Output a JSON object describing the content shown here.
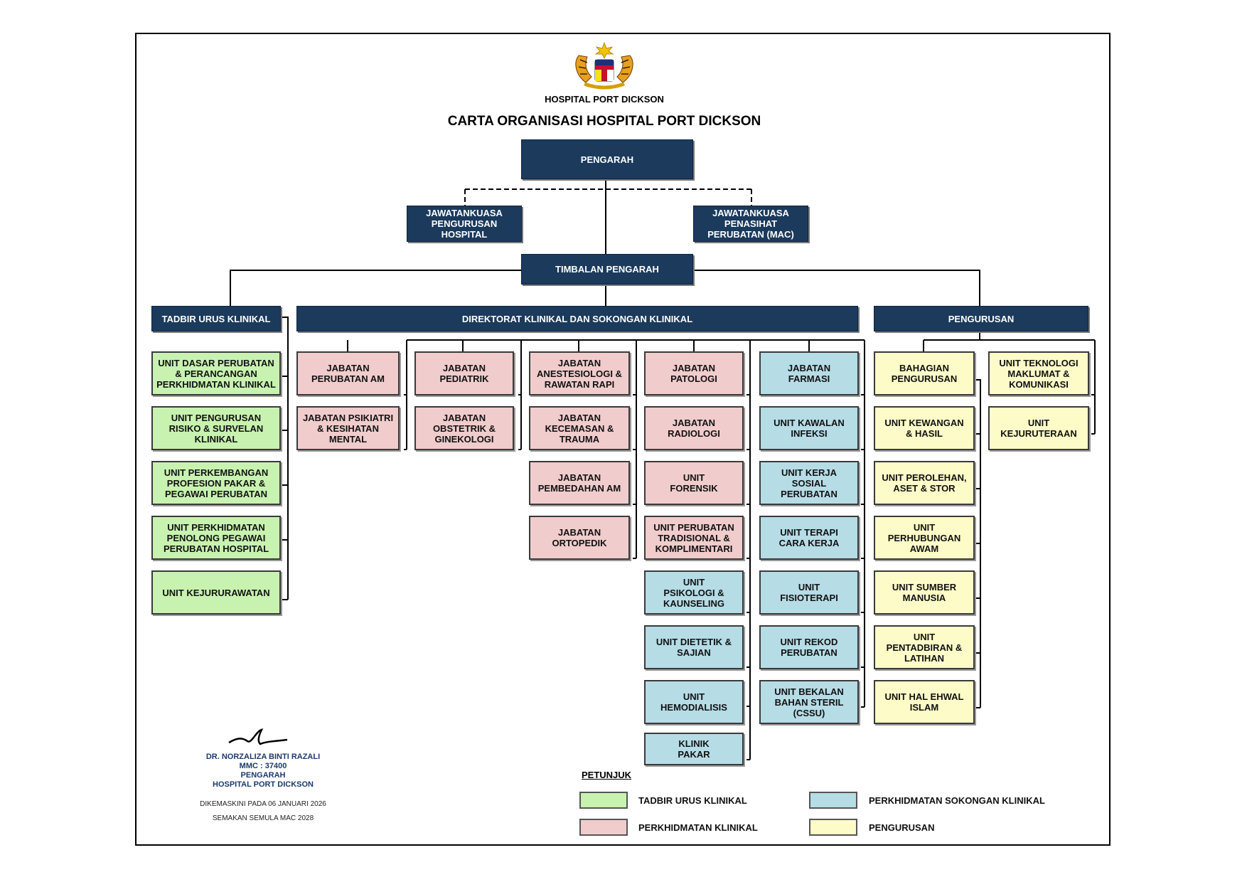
{
  "header": {
    "hospital_name": "HOSPITAL PORT DICKSON",
    "title": "CARTA ORGANISASI HOSPITAL PORT DICKSON"
  },
  "top": {
    "pengarah": "PENGARAH",
    "jk_pengurusan": "JAWATANKUASA\nPENGURUSAN\nHOSPITAL",
    "jk_penasihat": "JAWATANKUASA\nPENASIHAT\nPERUBATAN (MAC)",
    "timbalan": "TIMBALAN PENGARAH"
  },
  "sections": {
    "tadbir": "TADBIR URUS KLINIKAL",
    "direktorat": "DIREKTORAT KLINIKAL DAN SOKONGAN KLINIKAL",
    "pengurusan": "PENGURUSAN"
  },
  "units": {
    "tadbir": [
      "UNIT DASAR PERUBATAN\n& PERANCANGAN\nPERKHIDMATAN KLINIKAL",
      "UNIT PENGURUSAN\nRISIKO & SURVELAN\nKLINIKAL",
      "UNIT PERKEMBANGAN\nPROFESION PAKAR &\nPEGAWAI PERUBATAN",
      "UNIT PERKHIDMATAN\nPENOLONG PEGAWAI\nPERUBATAN HOSPITAL",
      "UNIT KEJURURAWATAN"
    ],
    "col1": [
      "JABATAN\nPERUBATAN AM",
      "JABATAN PSIKIATRI\n& KESIHATAN\nMENTAL"
    ],
    "col2": [
      "JABATAN\nPEDIATRIK",
      "JABATAN\nOBSTETRIK &\nGINEKOLOGI"
    ],
    "col3": [
      "JABATAN\nANESTESIOLOGI &\nRAWATAN RAPI",
      "JABATAN\nKECEMASAN &\nTRAUMA",
      "JABATAN\nPEMBEDAHAN AM",
      "JABATAN\nORTOPEDIK"
    ],
    "col4": [
      "JABATAN\nPATOLOGI",
      "JABATAN\nRADIOLOGI",
      "UNIT\nFORENSIK",
      "UNIT PERUBATAN\nTRADISIONAL &\nKOMPLIMENTARI",
      "UNIT\nPSIKOLOGI  &\nKAUNSELING",
      "UNIT DIETETIK &\nSAJIAN",
      "UNIT\nHEMODIALISIS",
      "KLINIK\nPAKAR"
    ],
    "col5": [
      "JABATAN\nFARMASI",
      "UNIT KAWALAN\nINFEKSI",
      "UNIT KERJA SOSIAL\nPERUBATAN",
      "UNIT TERAPI\nCARA KERJA",
      "UNIT\nFISIOTERAPI",
      "UNIT REKOD\nPERUBATAN",
      "UNIT BEKALAN\nBAHAN STERIL\n(CSSU)"
    ],
    "peng1": [
      "BAHAGIAN\nPENGURUSAN",
      "UNIT KEWANGAN\n& HASIL",
      "UNIT PEROLEHAN,\nASET & STOR",
      "UNIT\nPERHUBUNGAN\nAWAM",
      "UNIT SUMBER\nMANUSIA",
      "UNIT\nPENTADBIRAN &\nLATIHAN",
      "UNIT HAL EHWAL\nISLAM"
    ],
    "peng2": [
      "UNIT TEKNOLOGI\nMAKLUMAT &\nKOMUNIKASI",
      "UNIT\nKEJURUTERAAN"
    ]
  },
  "signature": {
    "name": "DR. NORZALIZA BINTI RAZALI",
    "mmc": "MMC : 37400",
    "role": "PENGARAH",
    "hospital": "HOSPITAL PORT DICKSON",
    "updated": "DIKEMASKINI PADA 06 JANUARI 2026",
    "review": "SEMAKAN SEMULA MAC 2028"
  },
  "legend": {
    "title": "PETUNJUK",
    "items": [
      {
        "label": "TADBIR URUS KLINIKAL",
        "color": "#c8f2b0"
      },
      {
        "label": "PERKHIDMATAN SOKONGAN KLINIKAL",
        "color": "#b6dce6"
      },
      {
        "label": "PERKHIDMATAN KLINIKAL",
        "color": "#f0cccc"
      },
      {
        "label": "PENGURUSAN",
        "color": "#fdfcc8"
      }
    ]
  },
  "colors": {
    "navy": "#1b3a5c",
    "green": "#c8f2b0",
    "pink": "#f0cccc",
    "blue": "#b6dce6",
    "yellow": "#fdfcc8"
  },
  "icons": {
    "crest": "malaysia-coat-of-arms-icon",
    "signature": "signature-icon"
  }
}
